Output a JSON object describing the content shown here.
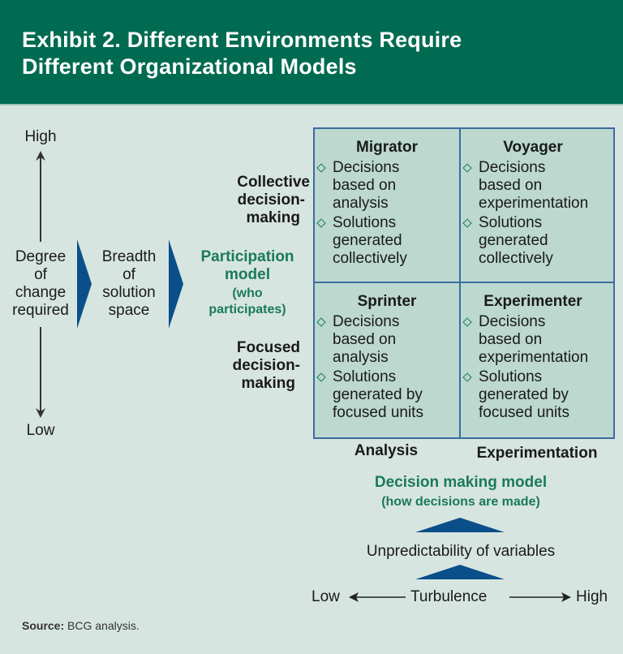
{
  "header": {
    "title_line1": "Exhibit 2. Different Environments Require",
    "title_line2": "Different Organizational Models"
  },
  "left": {
    "axis_high": "High",
    "axis_low": "Low",
    "degree_label": [
      "Degree",
      "of",
      "change",
      "required"
    ],
    "breadth_label": [
      "Breadth",
      "of",
      "solution",
      "space"
    ]
  },
  "participation": {
    "collective": [
      "Collective",
      "decision-",
      "making"
    ],
    "title": [
      "Participation",
      "model"
    ],
    "subtitle": [
      "(who",
      "participates)"
    ],
    "focused": [
      "Focused",
      "decision-",
      "making"
    ]
  },
  "quadrants": [
    {
      "name": "Migrator",
      "bullets": [
        [
          "Decisions",
          "based on",
          "analysis"
        ],
        [
          "Solutions",
          "generated",
          "collectively"
        ]
      ]
    },
    {
      "name": "Voyager",
      "bullets": [
        [
          "Decisions",
          "based on",
          "experimentation"
        ],
        [
          "Solutions",
          "generated",
          "collectively"
        ]
      ]
    },
    {
      "name": "Sprinter",
      "bullets": [
        [
          "Decisions",
          "based on",
          "analysis"
        ],
        [
          "Solutions",
          "generated by",
          "focused units"
        ]
      ]
    },
    {
      "name": "Experimenter",
      "bullets": [
        [
          "Decisions",
          "based on",
          "experimentation"
        ],
        [
          "Solutions",
          "generated by",
          "focused units"
        ]
      ]
    }
  ],
  "bottom": {
    "col_analysis": "Analysis",
    "col_experimentation": "Experimentation",
    "decision_title": "Decision making model",
    "decision_subtitle": "(how decisions are made)",
    "unpredictability": "Unpredictability of variables",
    "turbulence_low": "Low",
    "turbulence": "Turbulence",
    "turbulence_high": "High"
  },
  "source": {
    "label": "Source:",
    "text": " BCG analysis."
  },
  "colors": {
    "header": "#006b50",
    "background": "#d7e5e0",
    "grid_fill": "#bcd8cf",
    "grid_border": "#3a6d9e",
    "arrow_blue": "#0b4f8a",
    "green_text": "#1a7a5a"
  }
}
